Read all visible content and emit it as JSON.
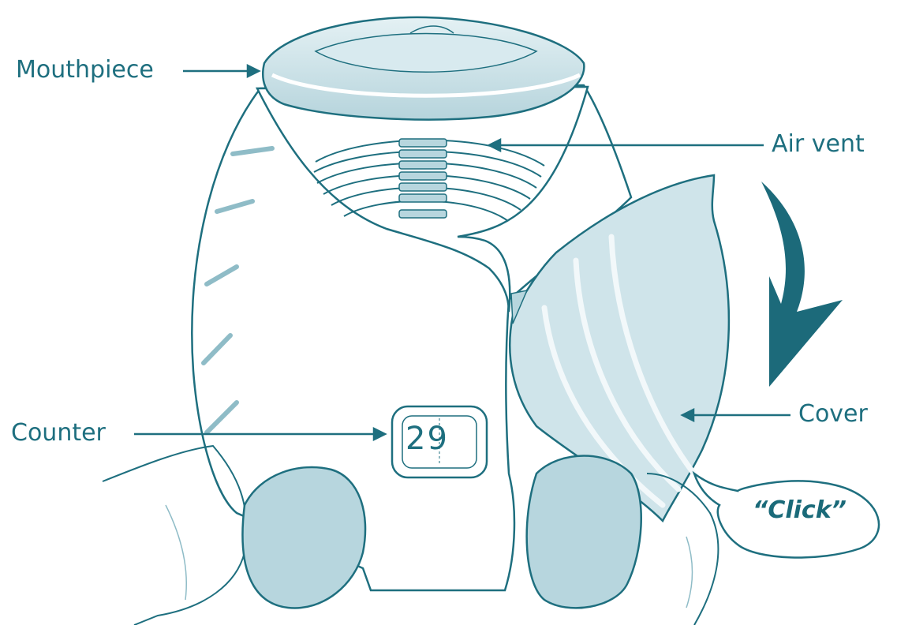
{
  "labels": {
    "mouthpiece": "Mouthpiece",
    "air_vent": "Air vent",
    "cover": "Cover",
    "counter": "Counter",
    "click": "“Click”"
  },
  "counter_value": "29",
  "colors": {
    "line": "#1e6f7f",
    "fill_light": "#cfe4ea",
    "fill_mid": "#b7d6de",
    "arrow": "#1c6a7a"
  }
}
